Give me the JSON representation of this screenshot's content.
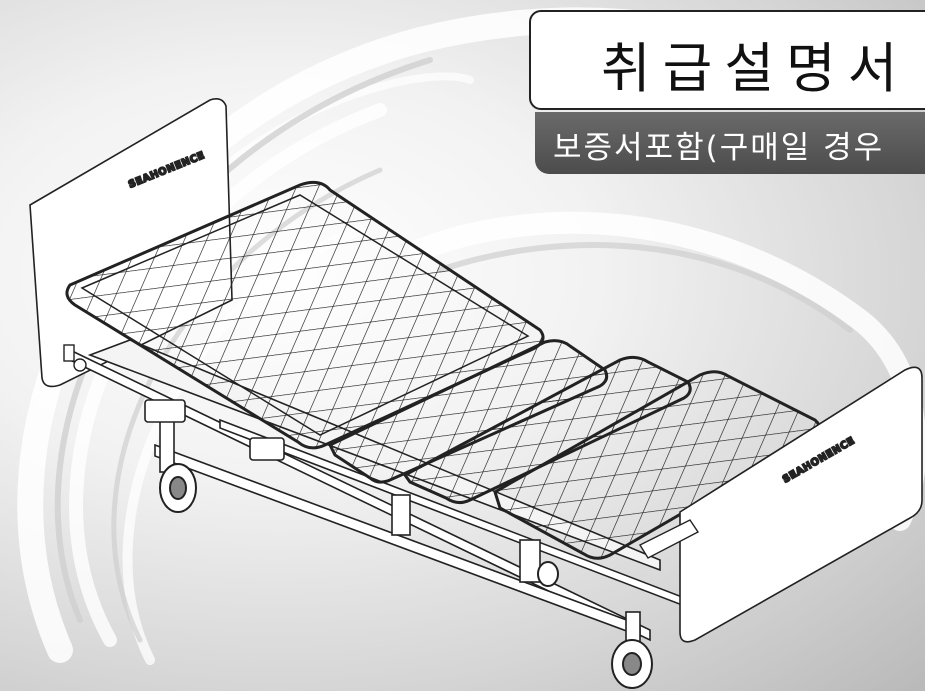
{
  "cover": {
    "title": "취급설명서",
    "subtitle": "보증서포함(구매일 경우",
    "brand_head": "SEAHONENCE",
    "brand_foot": "SEAHONENCE"
  },
  "illustration": {
    "subject": "electric-bed-icon"
  }
}
